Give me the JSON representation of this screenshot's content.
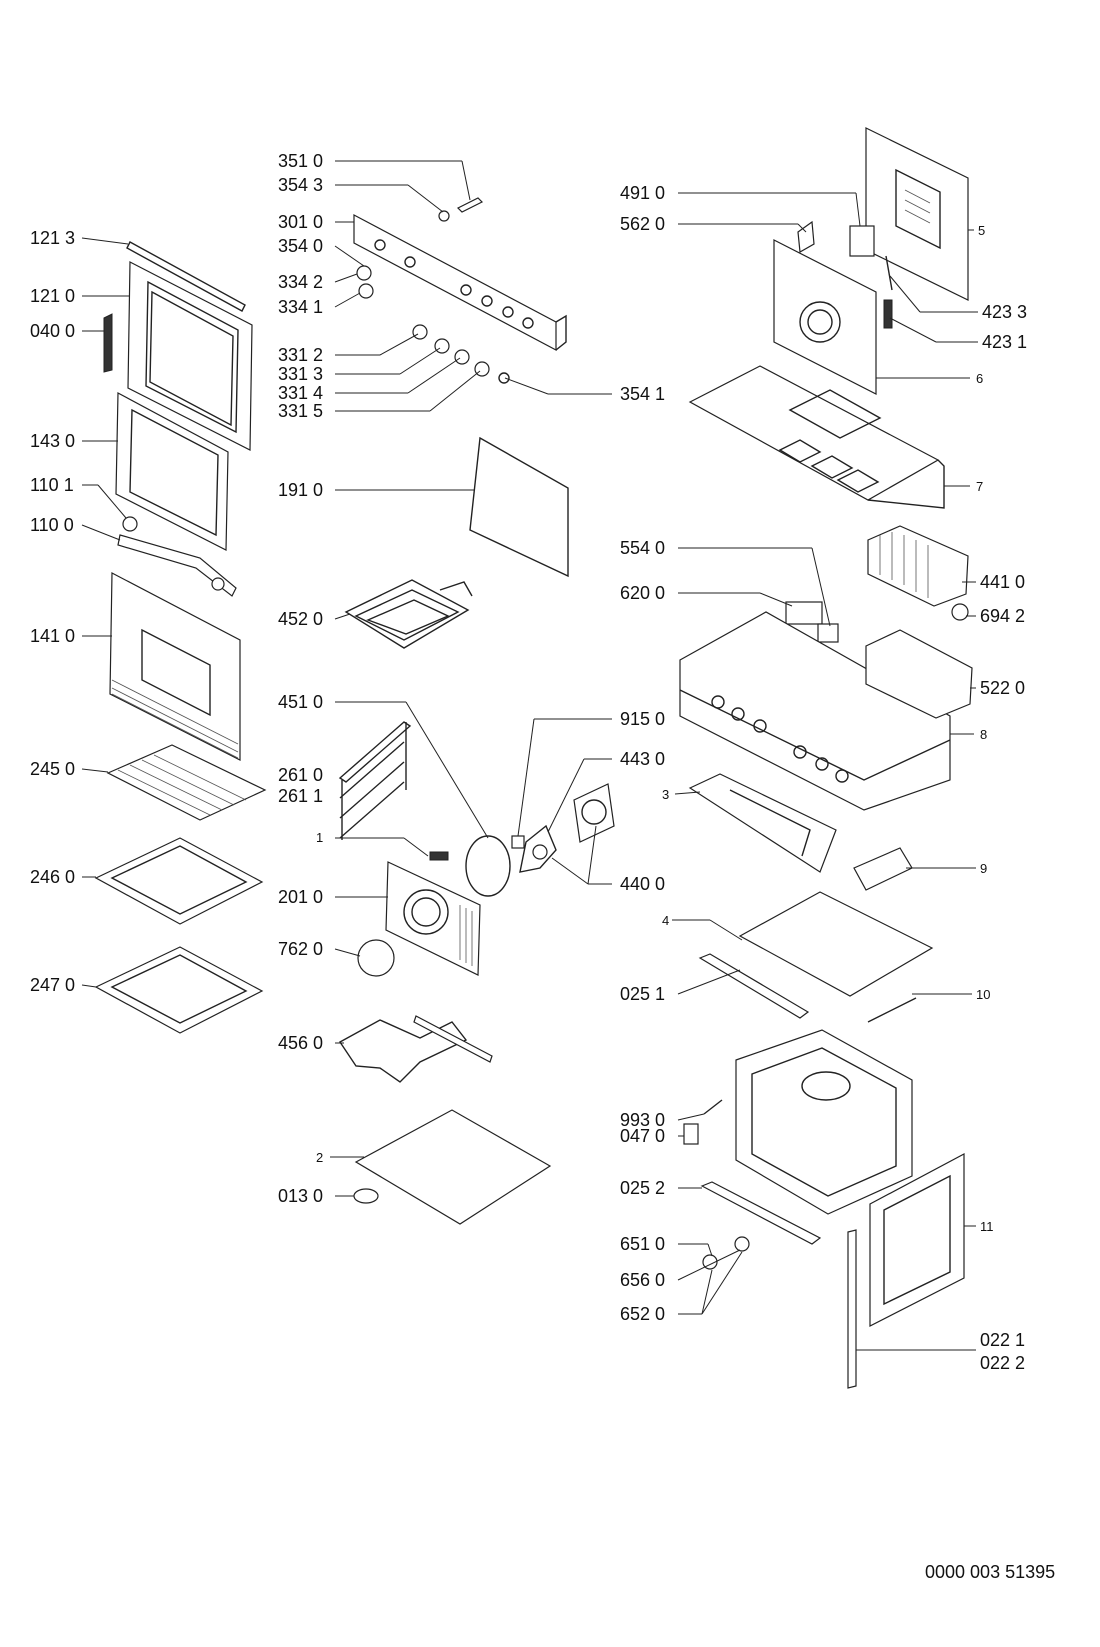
{
  "labels": [
    "351 0",
    "354 3",
    "301 0",
    "354 0",
    "334 2",
    "334 1",
    "331 2",
    "331 3",
    "331 4",
    "331 5",
    "354 1",
    "121 3",
    "121 0",
    "040 0",
    "143 0",
    "110 1",
    "110 0",
    "141 0",
    "245 0",
    "246 0",
    "247 0",
    "191 0",
    "452 0",
    "451 0",
    "261 0",
    "261 1",
    "1",
    "201 0",
    "762 0",
    "456 0",
    "2",
    "013 0",
    "915 0",
    "443 0",
    "440 0",
    "491 0",
    "562 0",
    "5",
    "423 3",
    "423 1",
    "6",
    "7",
    "554 0",
    "620 0",
    "441 0",
    "694 2",
    "522 0",
    "8",
    "3",
    "9",
    "4",
    "025 1",
    "10",
    "993 0",
    "047 0",
    "025 2",
    "651 0",
    "656 0",
    "652 0",
    "11",
    "022 1",
    "022 2"
  ],
  "document_ref": "0000 003 51395"
}
